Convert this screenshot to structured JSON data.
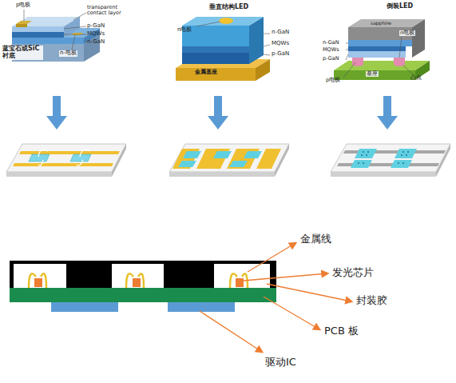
{
  "diagram": {
    "labels": [
      "p电极",
      "transparent contact layer",
      "p-GaN",
      "MQWs",
      "n-GaN",
      "n-电极",
      "蓝宝石或SiC 衬底",
      "n电极",
      "垂直结构LED",
      "n-GaN",
      "MQWs",
      "p-GaN",
      "金属基座",
      "倒装LED",
      "sapphire",
      "n-GaN",
      "MQWs",
      "p-GaN",
      "p电极",
      "n电极",
      "基座",
      "凸点",
      "金属线",
      "发光芯片",
      "封装胶",
      "PCB 板",
      "驱动IC"
    ]
  }
}
